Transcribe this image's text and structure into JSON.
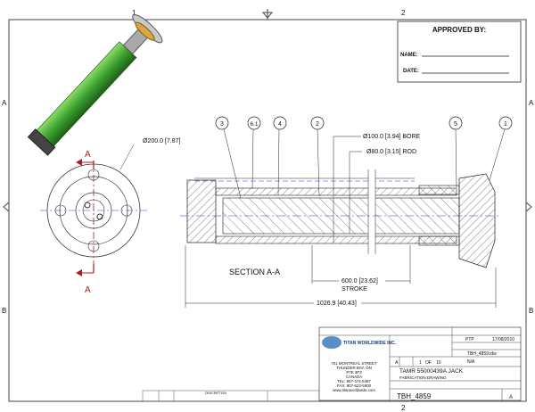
{
  "zones": {
    "col1": "1",
    "col2": "2",
    "rowA": "A",
    "rowB": "B"
  },
  "approval": {
    "title": "APPROVED BY:",
    "name_label": "NAME:",
    "date_label": "DATE:"
  },
  "iso_view": {
    "diameter": "Ø200.0 [7.87]",
    "section_mark": "A"
  },
  "section": {
    "title": "SECTION A-A",
    "balloons": [
      "3",
      "6.1",
      "4",
      "2",
      "5",
      "1"
    ],
    "bore": "Ø100.0 [3.94] BORE",
    "rod": "Ø80.0 [3.15] ROD",
    "stroke_value": "600.0 [23.62]",
    "stroke_label": "STROKE",
    "overall": "1026.9 [40.43]"
  },
  "title_block": {
    "company": "TITAN WORLDWIDE INC.",
    "address": [
      "701 MONTREAL STREET",
      "THUNDER BAY, ON",
      "P7E 3P3",
      "CANADA",
      "TEL: 807-474-5387",
      "FAX: 807-623-5900",
      "www.titanworldwide.com"
    ],
    "drawn_by": "PTP",
    "date": "17/08/2010",
    "file_name": "TBH_4859.idw",
    "weight": "N/A",
    "sheet_size": "A",
    "sheet": "1",
    "sheet_of": "OF",
    "sheet_total": "10",
    "title": "TAMR 55000439A JACK",
    "subtitle": "FABRICATION DRAWING",
    "drawing_no": "TBH_4859",
    "revision": "A",
    "rev_table_header": "DESCRIPTION"
  },
  "colors": {
    "accent_red": "#b0181f",
    "centerline": "#2233dd",
    "cylinder_green": "#3aa22f"
  }
}
